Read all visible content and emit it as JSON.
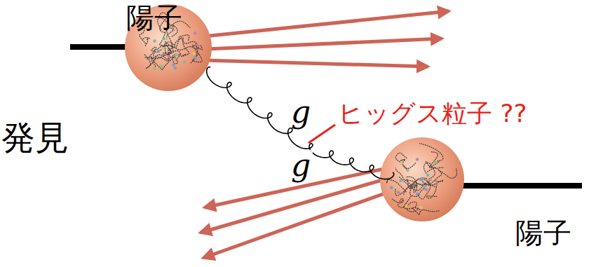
{
  "diagram": {
    "labels": [
      "陽子",
      "発見",
      "g",
      "ヒッグス粒子 ??",
      "g",
      "陽子"
    ]
  }
}
